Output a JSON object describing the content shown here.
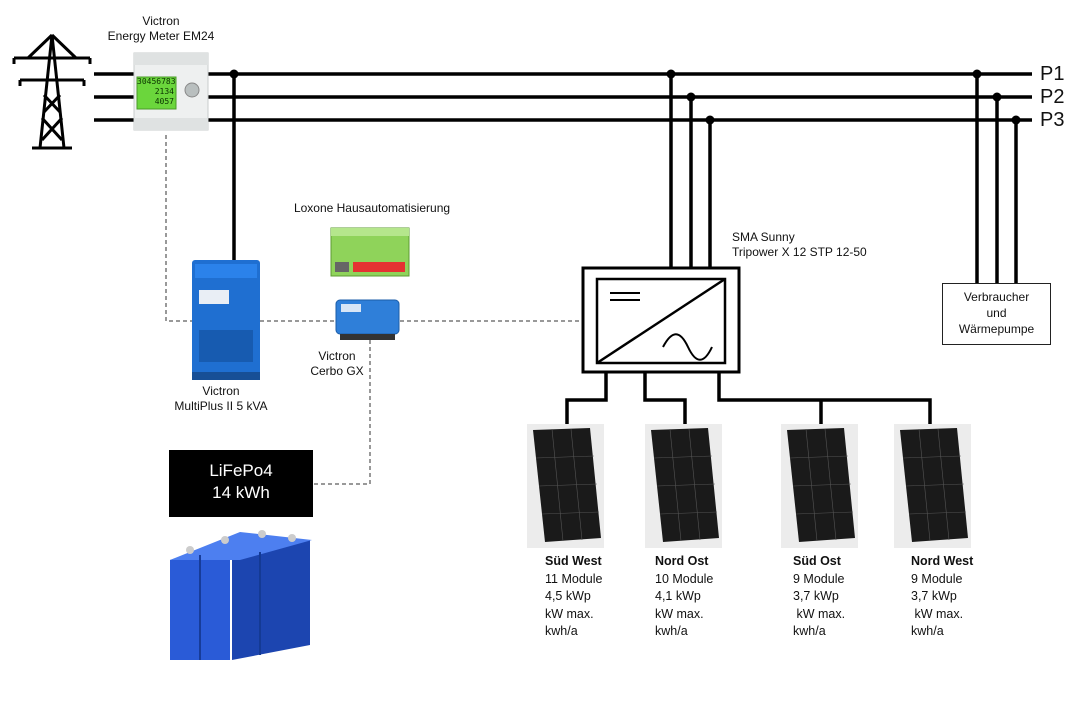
{
  "energy_meter": {
    "brand": "Victron",
    "model": "Energy Meter EM24",
    "display_lines": [
      "30456783",
      "2134",
      "4057"
    ]
  },
  "loxone": {
    "label": "Loxone Hausautomatisierung"
  },
  "multiplus": {
    "brand": "Victron",
    "model": "MultiPlus II 5 kVA"
  },
  "cerbo": {
    "brand": "Victron",
    "model": "Cerbo GX"
  },
  "inverter": {
    "line1": "SMA Sunny",
    "line2": "Tripower X 12 STP 12-50"
  },
  "battery": {
    "chem": "LiFePo4",
    "capacity": "14 kWh"
  },
  "load": {
    "line1": "Verbraucher",
    "line2": "und",
    "line3": "Wärmepumpe"
  },
  "phases": [
    "P1",
    "P2",
    "P3"
  ],
  "panels": [
    {
      "title": "Süd West",
      "modules": "11 Module",
      "kwp": "4,5 kWp",
      "kwmax": "kW max.",
      "kwh": "kwh/a"
    },
    {
      "title": "Nord Ost",
      "modules": "10 Module",
      "kwp": "4,1 kWp",
      "kwmax": "kW max.",
      "kwh": "kwh/a"
    },
    {
      "title": "Süd Ost",
      "modules": "9 Module",
      "kwp": "3,7 kWp",
      "kwmax": " kW max.",
      "kwh": "kwh/a"
    },
    {
      "title": "Nord West",
      "modules": "9 Module",
      "kwp": "3,7 kWp",
      "kwmax": " kW max.",
      "kwh": "kwh/a"
    }
  ],
  "colors": {
    "wire": "#000000",
    "victron_blue": "#1f6fd1",
    "meter_screen": "#6bd63c",
    "loxone_green": "#8fd35a",
    "battery_cell": "#2a5bd7"
  }
}
